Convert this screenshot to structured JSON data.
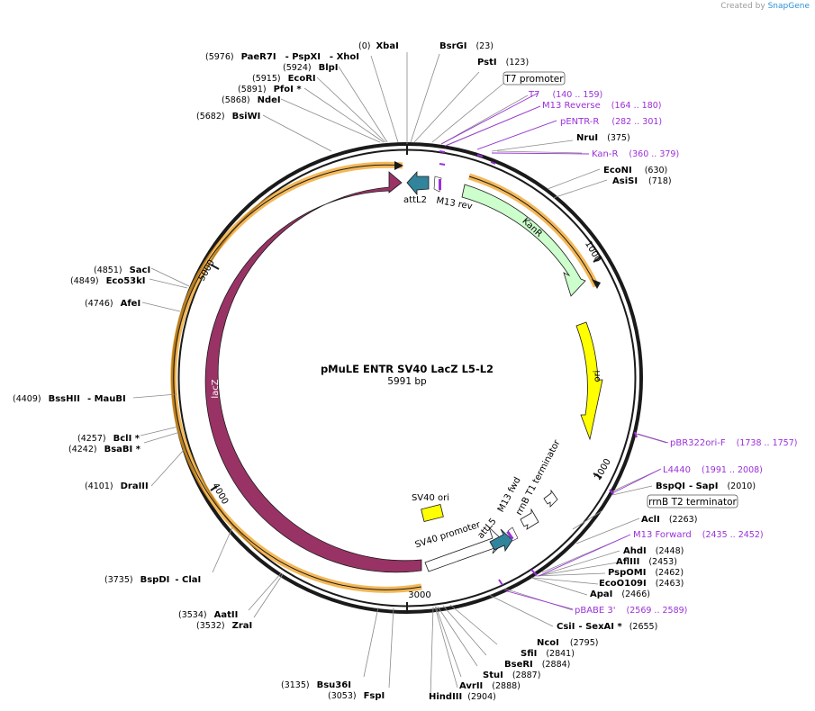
{
  "credit": {
    "prefix": "Created by",
    "brand": "SnapGene"
  },
  "plasmid": {
    "name": "pMuLE ENTR SV40 LacZ L5-L2",
    "length_label": "5991 bp",
    "length": 5991
  },
  "ticks": [
    {
      "label": "1000",
      "pos": 1000
    },
    {
      "label": "2000",
      "pos": 2000
    },
    {
      "label": "3000",
      "pos": 3000
    },
    {
      "label": "4000",
      "pos": 4000
    },
    {
      "label": "5000",
      "pos": 5000
    }
  ],
  "enzymes": [
    {
      "name": "XbaI",
      "pos": "(0)"
    },
    {
      "name": "BsrGI",
      "pos": "(23)"
    },
    {
      "name": "PstI",
      "pos": "(123)"
    },
    {
      "name": "NruI",
      "pos": "(375)"
    },
    {
      "name": "EcoNI",
      "pos": "(630)"
    },
    {
      "name": "AsiSI",
      "pos": "(718)"
    },
    {
      "name": "BspQI",
      "name2": "SapI",
      "pos": "(2010)"
    },
    {
      "name": "AclI",
      "pos": "(2263)"
    },
    {
      "name": "AhdI",
      "pos": "(2448)"
    },
    {
      "name": "AflIII",
      "pos": "(2453)"
    },
    {
      "name": "PspOMI",
      "pos": "(2462)"
    },
    {
      "name": "EcoO109I",
      "pos": "(2463)"
    },
    {
      "name": "ApaI",
      "pos": "(2466)"
    },
    {
      "name": "CsiI",
      "name2": "SexAI *",
      "pos": "(2655)"
    },
    {
      "name": "NcoI",
      "pos": "(2795)"
    },
    {
      "name": "SfiI",
      "pos": "(2841)"
    },
    {
      "name": "BseRI",
      "pos": "(2884)"
    },
    {
      "name": "StuI",
      "pos": "(2887)"
    },
    {
      "name": "AvrII",
      "pos": "(2888)"
    },
    {
      "name": "HindIII",
      "pos": "(2904)"
    },
    {
      "name": "FspI",
      "pos": "(3053)"
    },
    {
      "name": "Bsu36I",
      "pos": "(3135)"
    },
    {
      "name": "ZraI",
      "pos": "(3532)"
    },
    {
      "name": "AatII",
      "pos": "(3534)"
    },
    {
      "name": "BspDI",
      "name2": "ClaI",
      "pos": "(3735)"
    },
    {
      "name": "DraIII",
      "pos": "(4101)"
    },
    {
      "name": "BsaBI *",
      "pos": "(4242)"
    },
    {
      "name": "BclI *",
      "pos": "(4257)"
    },
    {
      "name": "BssHII",
      "name2": "MauBI",
      "pos": "(4409)"
    },
    {
      "name": "AfeI",
      "pos": "(4746)"
    },
    {
      "name": "Eco53kI",
      "pos": "(4849)"
    },
    {
      "name": "SacI",
      "pos": "(4851)"
    },
    {
      "name": "BsiWI",
      "pos": "(5682)"
    },
    {
      "name": "NdeI",
      "pos": "(5868)"
    },
    {
      "name": "PfoI *",
      "pos": "(5891)"
    },
    {
      "name": "EcoRI",
      "pos": "(5915)"
    },
    {
      "name": "BlpI",
      "pos": "(5924)"
    },
    {
      "name": "PaeR7I",
      "name2": "PspXI",
      "name3": "XhoI",
      "pos": "(5976)"
    }
  ],
  "primers": [
    {
      "name": "T7",
      "pos": "(140 .. 159)"
    },
    {
      "name": "M13 Reverse",
      "pos": "(164 .. 180)"
    },
    {
      "name": "pENTR-R",
      "pos": "(282 .. 301)"
    },
    {
      "name": "Kan-R",
      "pos": "(360 .. 379)"
    },
    {
      "name": "pBR322ori-F",
      "pos": "(1738 .. 1757)"
    },
    {
      "name": "L4440",
      "pos": "(1991 .. 2008)"
    },
    {
      "name": "M13 Forward",
      "pos": "(2435 .. 2452)"
    },
    {
      "name": "pBABE 3'",
      "pos": "(2569 .. 2589)"
    }
  ],
  "boxed_features": [
    "T7 promoter",
    "rrnB T2 terminator"
  ],
  "features": {
    "attL2": "attL2",
    "m13rev": "M13 rev",
    "kanr": "KanR",
    "ori": "ori",
    "lacz": "lacZ",
    "sv40ori": "SV40 ori",
    "sv40promoter": "SV40 promoter",
    "attL5": "attL5",
    "m13fwd": "M13 fwd",
    "rrnbt1": "rrnB T1 terminator"
  },
  "colors": {
    "kanr": "#ccffcc",
    "ori": "#ffff00",
    "lacz": "#993366",
    "att": "#31849b",
    "primer": "#9b30d9",
    "orf_glow": "#f0a020",
    "sv40ori": "#ffff00"
  }
}
